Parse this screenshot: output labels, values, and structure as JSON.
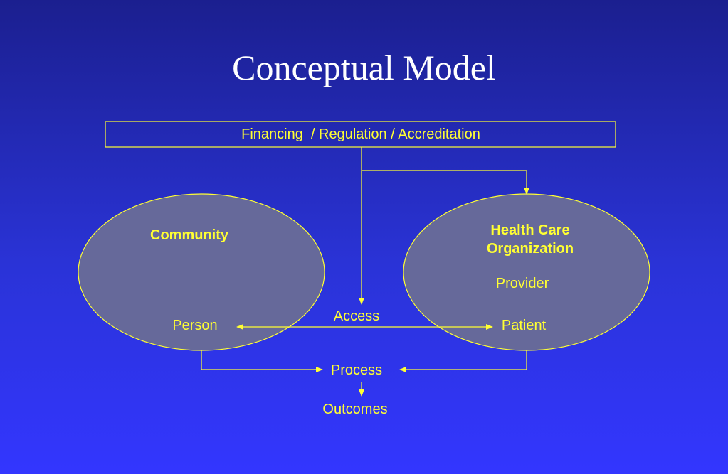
{
  "slide": {
    "title": "Conceptual Model"
  },
  "diagram": {
    "top_box_label": "Financing  / Regulation / Accreditation",
    "community": {
      "heading": "Community",
      "member": "Person"
    },
    "organization": {
      "heading_line1": "Health Care",
      "heading_line2": "Organization",
      "role": "Provider",
      "member": "Patient"
    },
    "access_label": "Access",
    "process_label": "Process",
    "outcomes_label": "Outcomes"
  },
  "colors": {
    "line": "#ffff33",
    "ellipse_fill": "#66699a",
    "text": "#ffff33",
    "title": "#ffffff"
  }
}
